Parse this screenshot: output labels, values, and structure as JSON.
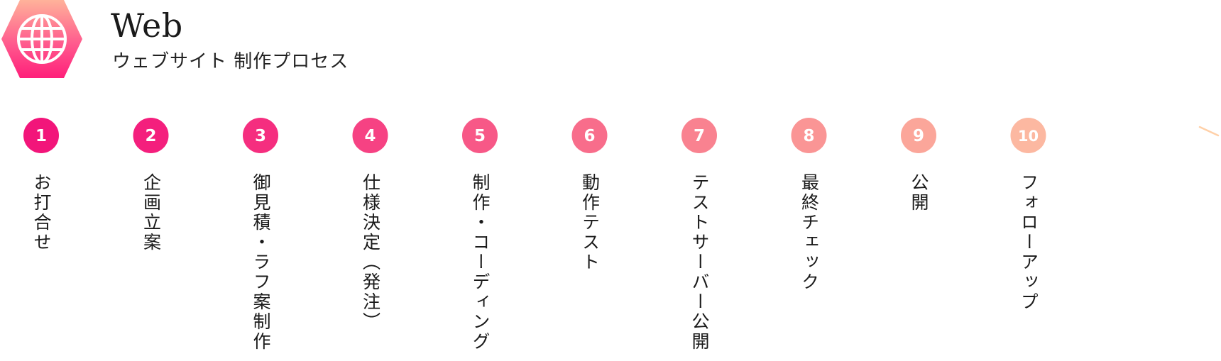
{
  "header": {
    "icon": "globe-icon",
    "title": "Web",
    "subtitle": "ウェブサイト 制作プロセス"
  },
  "colors": {
    "gradient_start": "#ff2d7e",
    "gradient_end": "#ffc29a",
    "line_start": "#e8107a",
    "line_end": "#ffd0a8",
    "step_colors": [
      "#f2157a",
      "#f41f7d",
      "#f52e7f",
      "#f64283",
      "#f75887",
      "#f86d8b",
      "#f98290",
      "#fa9595",
      "#fba69a",
      "#fcb8a1"
    ]
  },
  "steps": [
    {
      "number": "1",
      "label": "お打合せ"
    },
    {
      "number": "2",
      "label": "企画立案"
    },
    {
      "number": "3",
      "label": "御見積・ラフ案制作"
    },
    {
      "number": "4",
      "label": "仕様決定（発注）"
    },
    {
      "number": "5",
      "label": "制作・コーディング"
    },
    {
      "number": "6",
      "label": "動作テスト"
    },
    {
      "number": "7",
      "label": "テストサーバー公開"
    },
    {
      "number": "8",
      "label": "最終チェック"
    },
    {
      "number": "9",
      "label": "公開"
    },
    {
      "number": "10",
      "label": "フォローアップ"
    }
  ]
}
